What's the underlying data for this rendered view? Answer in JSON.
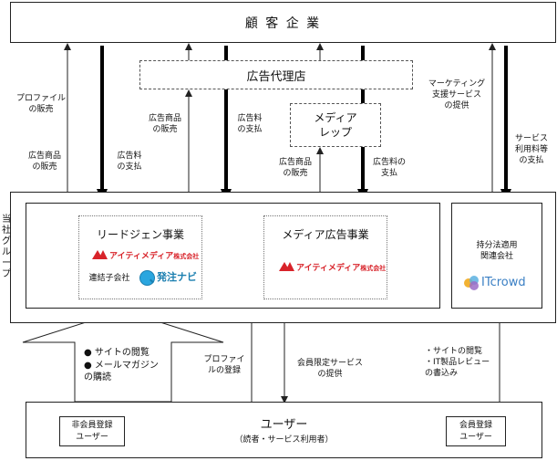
{
  "customer": "顧 客 企 業",
  "agency": "広告代理店",
  "media_rep": "メディア\nレップ",
  "group_label": "当社グループ",
  "lead_gen": {
    "title": "リードジェン事業",
    "logo_main": "アイティメディア",
    "logo_sub": "株式会社",
    "subsidiary_label": "連結子会社",
    "hatchu_logo": "発注ナビ"
  },
  "media_ad": {
    "title": "メディア広告事業",
    "logo_main": "アイティメディア",
    "logo_sub": "株式会社"
  },
  "affiliate": {
    "title": "持分法適用\n関連会社",
    "logo": "ITcrowd"
  },
  "user": {
    "title": "ユーザー",
    "subtitle": "（読者・サービス利用者）",
    "non_member": "非会員登録\nユーザー",
    "member": "会員登録\nユーザー"
  },
  "labels": {
    "profile_sale": "プロファイル\nの販売",
    "ad_product_sale_left": "広告商品\nの販売",
    "ad_fee_pay_1": "広告料\nの支払",
    "ad_product_sale_mid": "広告商品\nの販売",
    "ad_fee_pay_2": "広告料\nの支払",
    "ad_product_sale_rep": "広告商品\nの販売",
    "ad_fee_pay_3": "広告料の\n支払",
    "marketing_support": "マーケティング\n支援サービス\nの提供",
    "service_fee_pay": "サービス\n利用料等\nの支払",
    "site_browse_bullets": "● サイトの閲覧\n● メールマガジン\n の購読",
    "profile_register": "プロファイ\nルの登録",
    "member_service": "会員限定サービス\nの提供",
    "site_review": "・サイトの閲覧\n・IT製品レビュー\n の書込み"
  }
}
